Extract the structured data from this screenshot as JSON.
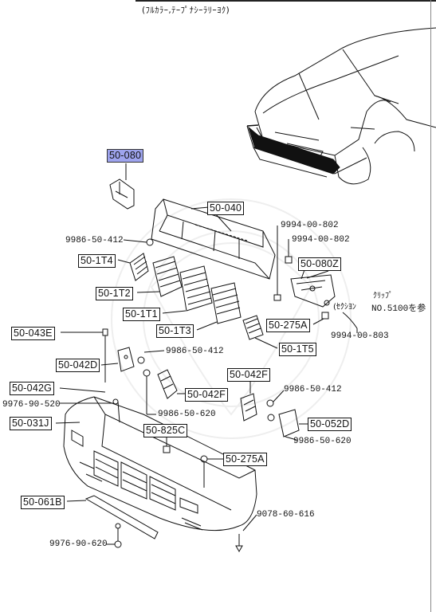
{
  "header": {
    "text": "(ﾌﾙｶﾗｰ,ﾃｰﾌﾟﾅｼｰﾗﾘｰﾖｸ)"
  },
  "parts": [
    {
      "id": "p-50080",
      "label": "50-080",
      "boxed": true,
      "highlight": true
    },
    {
      "id": "p-50040",
      "label": "50-040",
      "boxed": true
    },
    {
      "id": "p-999400802a",
      "label": "9994-00-802",
      "boxed": false
    },
    {
      "id": "p-999400802b",
      "label": "9994-00-802",
      "boxed": false
    },
    {
      "id": "p-998650412a",
      "label": "9986-50-412",
      "boxed": false
    },
    {
      "id": "p-501t4",
      "label": "50-1T4",
      "boxed": true
    },
    {
      "id": "p-50080z",
      "label": "50-080Z",
      "boxed": true
    },
    {
      "id": "p-501t2",
      "label": "50-1T2",
      "boxed": true
    },
    {
      "id": "p-501t1",
      "label": "50-1T1",
      "boxed": true
    },
    {
      "id": "p-501t3",
      "label": "50-1T3",
      "boxed": true
    },
    {
      "id": "p-50275a-1",
      "label": "50-275A",
      "boxed": true
    },
    {
      "id": "p-999400803",
      "label": "9994-00-803",
      "boxed": false
    },
    {
      "id": "p-50043e",
      "label": "50-043E",
      "boxed": true
    },
    {
      "id": "p-501t5",
      "label": "50-1T5",
      "boxed": true
    },
    {
      "id": "p-998650412b",
      "label": "9986-50-412",
      "boxed": false
    },
    {
      "id": "p-50042d",
      "label": "50-042D",
      "boxed": true
    },
    {
      "id": "p-50042f-1",
      "label": "50-042F",
      "boxed": true
    },
    {
      "id": "p-50042g",
      "label": "50-042G",
      "boxed": true
    },
    {
      "id": "p-998650412c",
      "label": "9986-50-412",
      "boxed": false
    },
    {
      "id": "p-50042f-2",
      "label": "50-042F",
      "boxed": true
    },
    {
      "id": "p-997690520",
      "label": "9976-90-520",
      "boxed": false
    },
    {
      "id": "p-998650620a",
      "label": "9986-50-620",
      "boxed": false
    },
    {
      "id": "p-50031j",
      "label": "50-031J",
      "boxed": true
    },
    {
      "id": "p-50052d",
      "label": "50-052D",
      "boxed": true
    },
    {
      "id": "p-50825c",
      "label": "50-825C",
      "boxed": true
    },
    {
      "id": "p-998650620b",
      "label": "9986-50-620",
      "boxed": false
    },
    {
      "id": "p-50275a-2",
      "label": "50-275A",
      "boxed": true
    },
    {
      "id": "p-50061b",
      "label": "50-061B",
      "boxed": true
    },
    {
      "id": "p-907860616",
      "label": "9078-60-616",
      "boxed": false
    },
    {
      "id": "p-997690620",
      "label": "9976-90-620",
      "boxed": false
    }
  ],
  "clip_note": {
    "kana_a": "ｸﾘｯﾌﾟ",
    "kana_b": "(ｾｸｼﾖﾝ",
    "number": "NO.5100を参"
  },
  "colors": {
    "highlight": "#9ea4ee",
    "line": "#111111"
  }
}
